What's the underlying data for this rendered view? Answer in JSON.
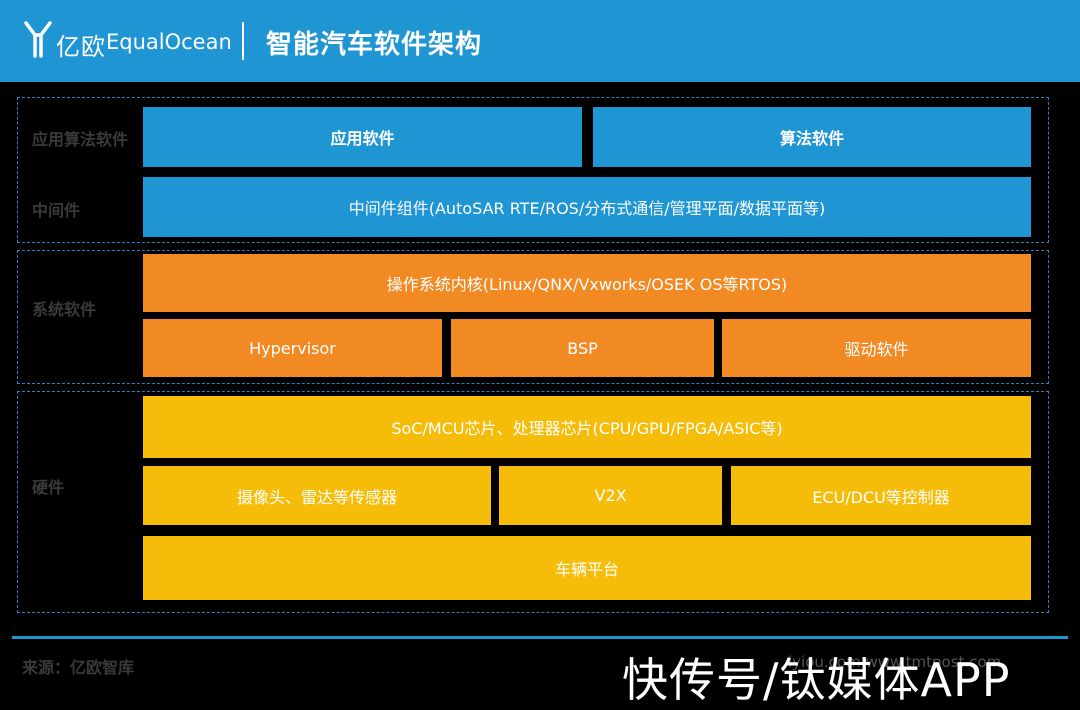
{
  "header": {
    "logo_cn": "亿欧",
    "logo_en": "EqualOcean",
    "title": "智能汽车软件架构"
  },
  "layers": {
    "app": "应用算法软件",
    "middleware": "中间件",
    "system": "系统软件",
    "hardware": "硬件"
  },
  "blocks": {
    "app_software": "应用软件",
    "algo_software": "算法软件",
    "middleware_components": "中间件组件(AutoSAR RTE/ROS/分布式通信/管理平面/数据平面等)",
    "os_kernel": "操作系统内核(Linux/QNX/Vxworks/OSEK OS等RTOS)",
    "hypervisor": "Hypervisor",
    "bsp": "BSP",
    "driver_software": "驱动软件",
    "chips": "SoC/MCU芯片、处理器芯片(CPU/GPU/FPGA/ASIC等)",
    "sensors": "摄像头、雷达等传感器",
    "v2x": "V2X",
    "controllers": "ECU/DCU等控制器",
    "vehicle_platform": "车辆平台"
  },
  "footer": {
    "source": "来源：亿欧智库",
    "watermark_small": "iyiou.com www.tmtpost.com",
    "watermark_big": "快传号/钛媒体APP"
  },
  "colors": {
    "header_blue": "#1f96d3",
    "block_blue": "#1f96d3",
    "block_orange": "#f28a24",
    "block_yellow": "#f5bd0a",
    "border_dashed": "#2f7fc0"
  }
}
